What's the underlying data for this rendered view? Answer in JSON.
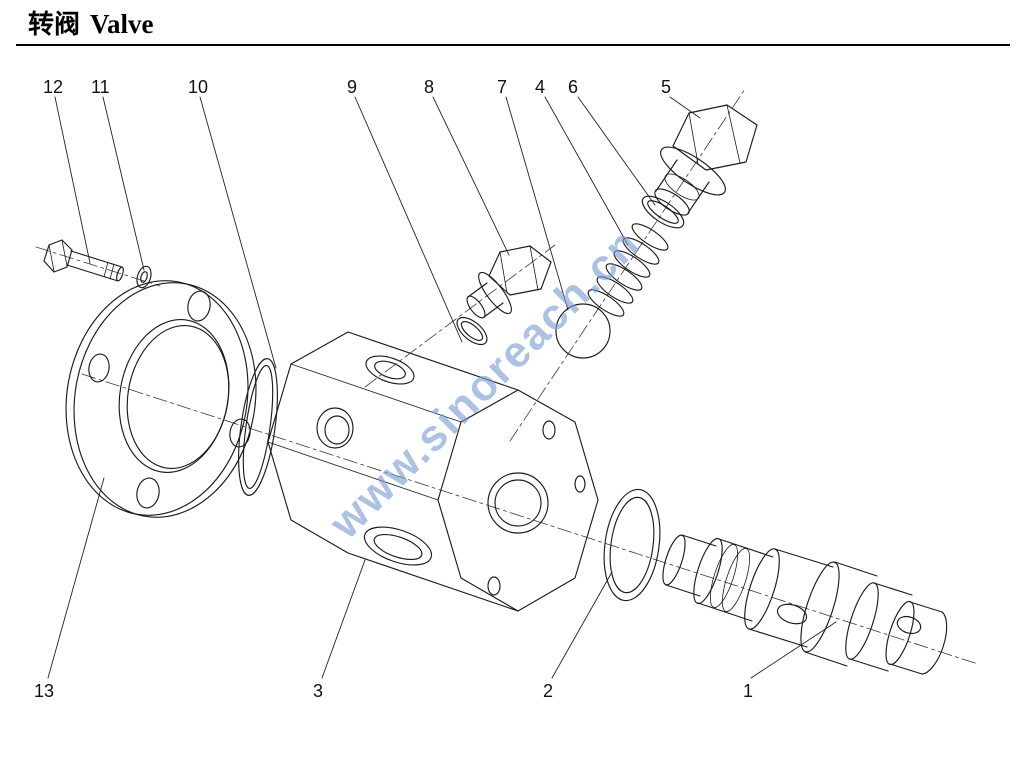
{
  "title": {
    "zh": "转阀",
    "en": "Valve"
  },
  "watermark": {
    "text": "www.sinoreach.cn",
    "color": "#7c9cd2"
  },
  "diagram": {
    "type": "exploded-view-parts-diagram",
    "line_color": "#1c1c1c",
    "labels": {
      "p1": "1",
      "p2": "2",
      "p3": "3",
      "p4": "4",
      "p5": "5",
      "p6": "6",
      "p7": "7",
      "p8": "8",
      "p9": "9",
      "p10": "10",
      "p11": "11",
      "p12": "12",
      "p13": "13"
    }
  }
}
